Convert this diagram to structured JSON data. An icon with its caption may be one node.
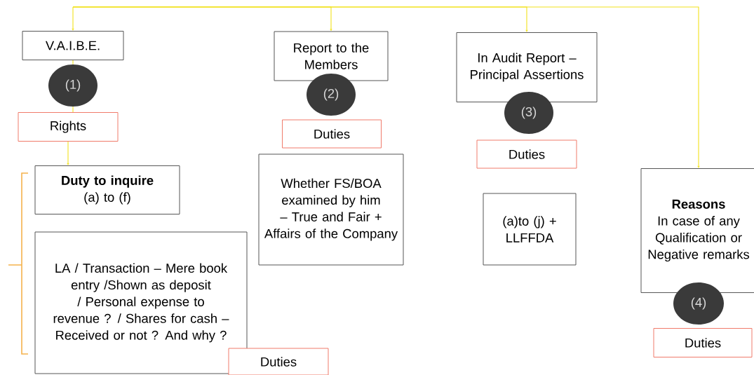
{
  "diagram": {
    "nodes": [
      {
        "text": [
          "V.A.I.B.E."
        ]
      },
      {
        "text": [
          "(1)"
        ]
      },
      {
        "text": [
          "Rights"
        ]
      },
      {
        "text": [
          "Duty to inquire",
          "(a) to (f)"
        ]
      },
      {
        "text": [
          "LA / Transaction – Mere book entry /Shown as deposit / Personal expense to revenue ? / Shares for cash – Received or not ? And why ?"
        ]
      },
      {
        "text": [
          "Duties"
        ]
      },
      {
        "text": [
          "Report to the Members"
        ]
      },
      {
        "text": [
          "(2)"
        ]
      },
      {
        "text": [
          "Duties"
        ]
      },
      {
        "text": [
          "Whether FS/BOA examined by him – True and Fair + Affairs of the Company"
        ]
      },
      {
        "text": [
          "In Audit Report – Principal Assertions"
        ]
      },
      {
        "text": [
          "(3)"
        ]
      },
      {
        "text": [
          "Duties"
        ]
      },
      {
        "text": [
          "(a)to (j) + LLFFDA"
        ]
      },
      {
        "text": [
          "Reasons",
          "In case of any Qualification or Negative remarks"
        ]
      },
      {
        "text": [
          "(4)"
        ]
      },
      {
        "text": [
          "Duties"
        ]
      }
    ],
    "edges": [
      {
        "from": null,
        "to": 0,
        "arrow": "to"
      },
      {
        "from": null,
        "to": 6,
        "arrow": "to"
      },
      {
        "from": null,
        "to": 10,
        "arrow": "to"
      },
      {
        "from": null,
        "to": 14,
        "arrow": "to"
      },
      {
        "from": 0,
        "to": 1,
        "arrow": "none"
      },
      {
        "from": 1,
        "to": 2,
        "arrow": "none"
      },
      {
        "from": 2,
        "to": 3,
        "arrow": "to"
      }
    ]
  }
}
